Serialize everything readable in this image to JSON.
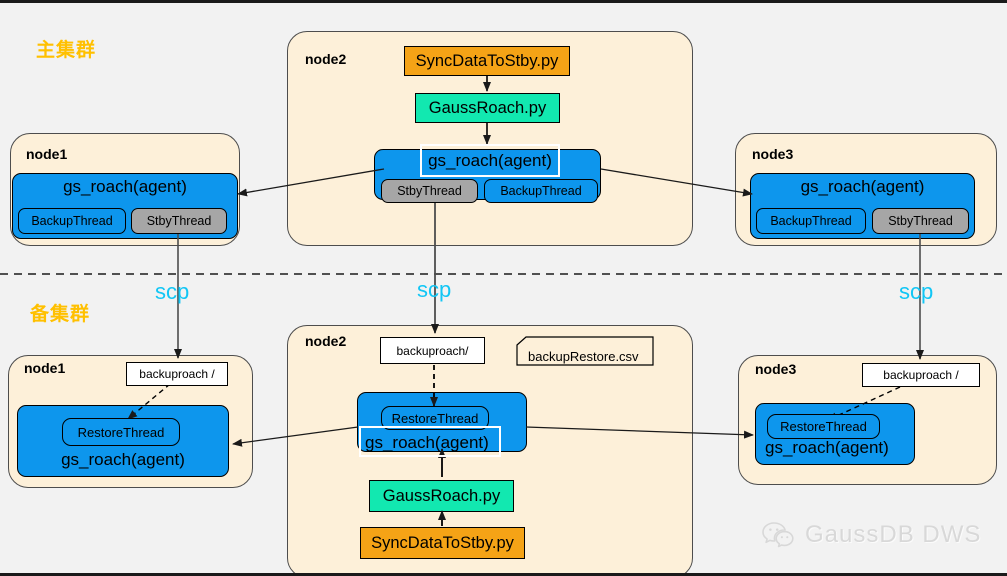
{
  "diagram": {
    "title_primary": "主集群",
    "title_standby": "备集群",
    "transfer_label": "scp"
  },
  "primary": {
    "node1": {
      "name": "node1",
      "agent": "gs_roach(agent)",
      "threads": [
        {
          "label": "BackupThread",
          "style": "blue"
        },
        {
          "label": "StbyThread",
          "style": "gray"
        }
      ]
    },
    "node2": {
      "name": "node2",
      "agent": "gs_roach(agent)",
      "scripts": [
        {
          "label": "SyncDataToStby.py",
          "style": "orange"
        },
        {
          "label": "GaussRoach.py",
          "style": "green"
        }
      ],
      "threads": [
        {
          "label": "StbyThread",
          "style": "gray"
        },
        {
          "label": "BackupThread",
          "style": "blue"
        }
      ]
    },
    "node3": {
      "name": "node3",
      "agent": "gs_roach(agent)",
      "threads": [
        {
          "label": "BackupThread",
          "style": "blue"
        },
        {
          "label": "StbyThread",
          "style": "gray"
        }
      ]
    }
  },
  "standby": {
    "node1": {
      "name": "node1",
      "agent": "gs_roach(agent)",
      "path": "backuproach /",
      "threads": [
        {
          "label": "RestoreThread",
          "style": "restore"
        }
      ]
    },
    "node2": {
      "name": "node2",
      "agent": "gs_roach(agent)",
      "path": "backuproach/",
      "note": "backupRestore.csv",
      "threads": [
        {
          "label": "RestoreThread",
          "style": "restore"
        }
      ],
      "scripts": [
        {
          "label": "GaussRoach.py",
          "style": "green"
        },
        {
          "label": "SyncDataToStby.py",
          "style": "orange"
        }
      ]
    },
    "node3": {
      "name": "node3",
      "agent": "gs_roach(agent)",
      "path": "backuproach /",
      "threads": [
        {
          "label": "RestoreThread",
          "style": "restore"
        }
      ]
    }
  },
  "watermark": {
    "text": "GaussDB DWS",
    "icon": "wechat-icon"
  },
  "colors": {
    "background": "#f2f2f2",
    "node_fill": "#fdf0d9",
    "agent_blue": "#0d96ed",
    "thread_gray": "#a6a6a6",
    "script_orange": "#f5a316",
    "script_green": "#12e8b0",
    "title_gold": "#ffc000",
    "scp_cyan": "#12c6f5"
  }
}
